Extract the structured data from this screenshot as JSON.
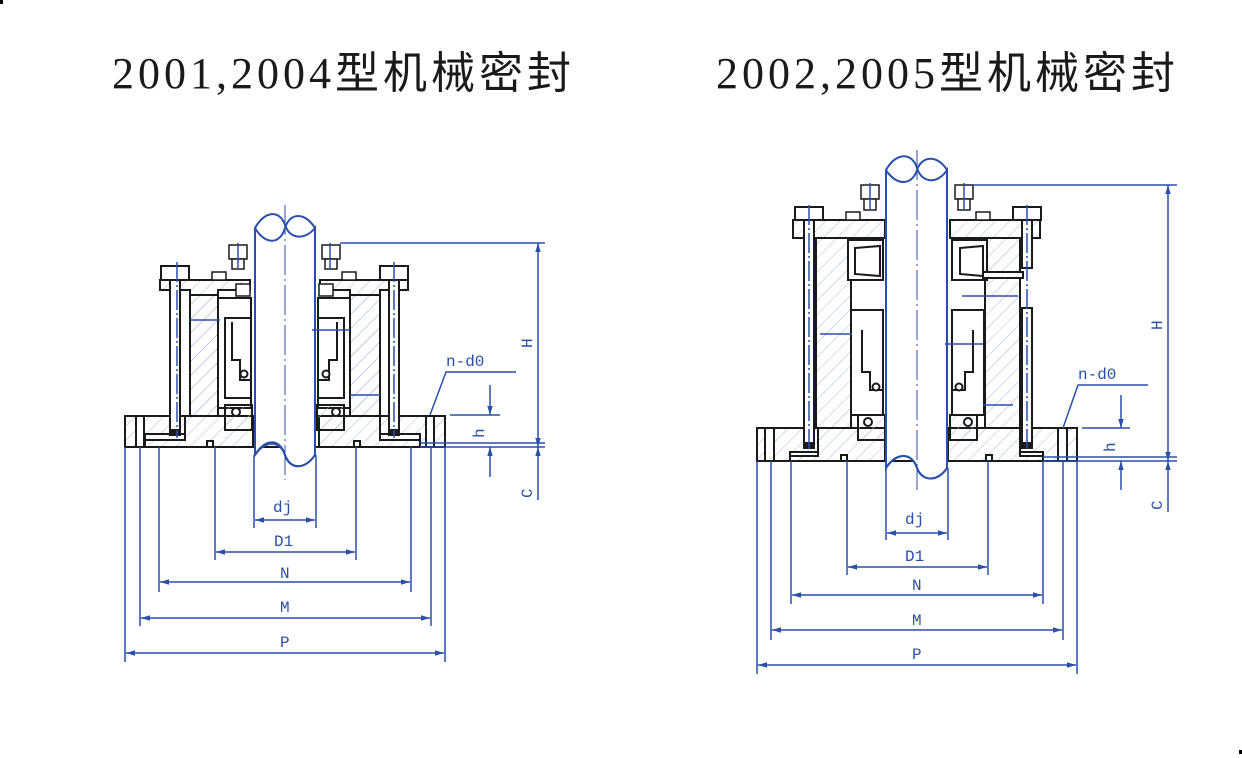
{
  "titles": {
    "left": "2001,2004型机械密封",
    "right": "2002,2005型机械密封"
  },
  "colors": {
    "line_black": "#1a1a1a",
    "dimension_blue": "#2a4fa8",
    "hatch": "#8fa3cf",
    "background": "#ffffff"
  },
  "left_drawing": {
    "name": "2001,2004 mechanical seal cross-section",
    "labels": {
      "H": "H",
      "h": "h",
      "C": "C",
      "n_d0": "n-d0",
      "dj": "dj",
      "D1": "D1",
      "N": "N",
      "M": "M",
      "P": "P"
    }
  },
  "right_drawing": {
    "name": "2002,2005 mechanical seal cross-section",
    "labels": {
      "H": "H",
      "h": "h",
      "C": "C",
      "n_d0": "n-d0",
      "dj": "dj",
      "D1": "D1",
      "N": "N",
      "M": "M",
      "P": "P"
    }
  }
}
